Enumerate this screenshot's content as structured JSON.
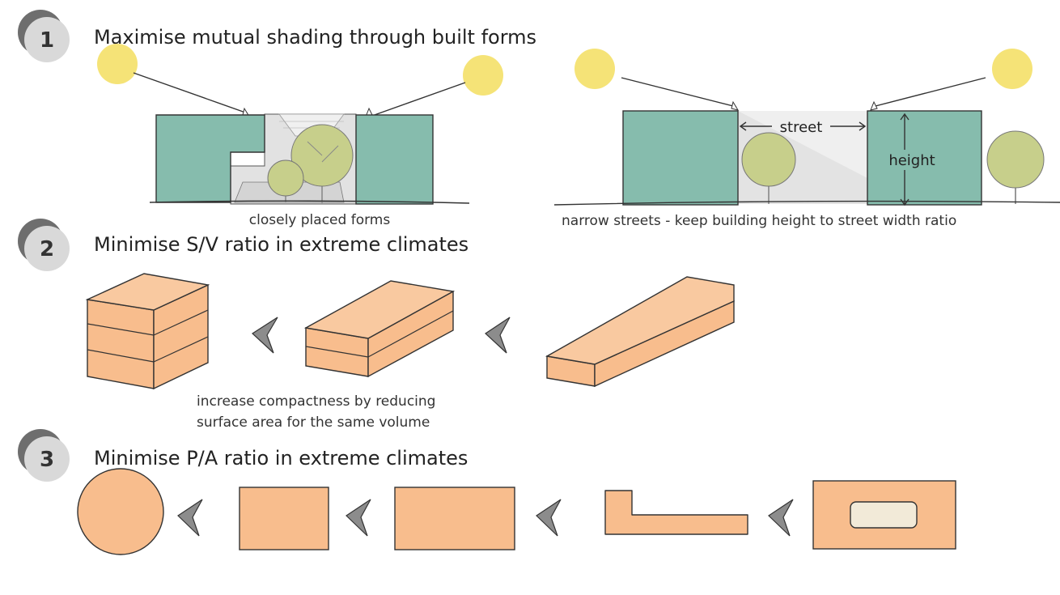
{
  "sections": [
    {
      "number": "1",
      "title": "Maximise mutual shading through built forms",
      "captions": {
        "left": "closely placed forms",
        "right": "narrow streets - keep building height to street width ratio"
      },
      "labels": {
        "street": "street",
        "height": "height"
      }
    },
    {
      "number": "2",
      "title": "Minimise S/V ratio in extreme climates",
      "caption_lines": [
        "increase compactness by reducing",
        "surface area for the same volume"
      ]
    },
    {
      "number": "3",
      "title": "Minimise P/A ratio in extreme climates"
    }
  ],
  "colors": {
    "sun": "#F5E377",
    "building_green": "#86BCAD",
    "tree": "#C7CF8B",
    "block_orange": "#F8BD8D",
    "courtyard": "#F2EAD8",
    "arrow_grey": "#8C8C8C",
    "badge_grey": "#6E6E6E"
  },
  "icons": [
    "sun-icon",
    "tree-icon",
    "chevron-left-icon",
    "number-badge-icon"
  ]
}
